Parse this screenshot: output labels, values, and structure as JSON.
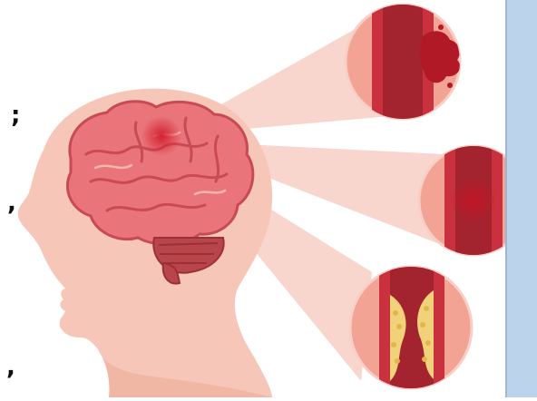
{
  "illustration": {
    "subject": "",
    "colors": {
      "skin": "#f6c7b8",
      "skin_shadow": "#eeb09d",
      "brain": "#e9747a",
      "brain_dark": "#c84a55",
      "cerebellum": "#b8454a",
      "vessel_wall": "#c9313f",
      "vessel_lumen": "#a3232f",
      "circle_bg": "#f3a393",
      "beam": "#f7cfc6",
      "plaque": "#f1d27a",
      "panel": "#bcd3ec"
    },
    "insets": [
      {
        "name": "hemorrhage"
      },
      {
        "name": "clot"
      },
      {
        "name": "plaque"
      }
    ]
  },
  "text_fragments": [
    ";",
    ",",
    ","
  ]
}
